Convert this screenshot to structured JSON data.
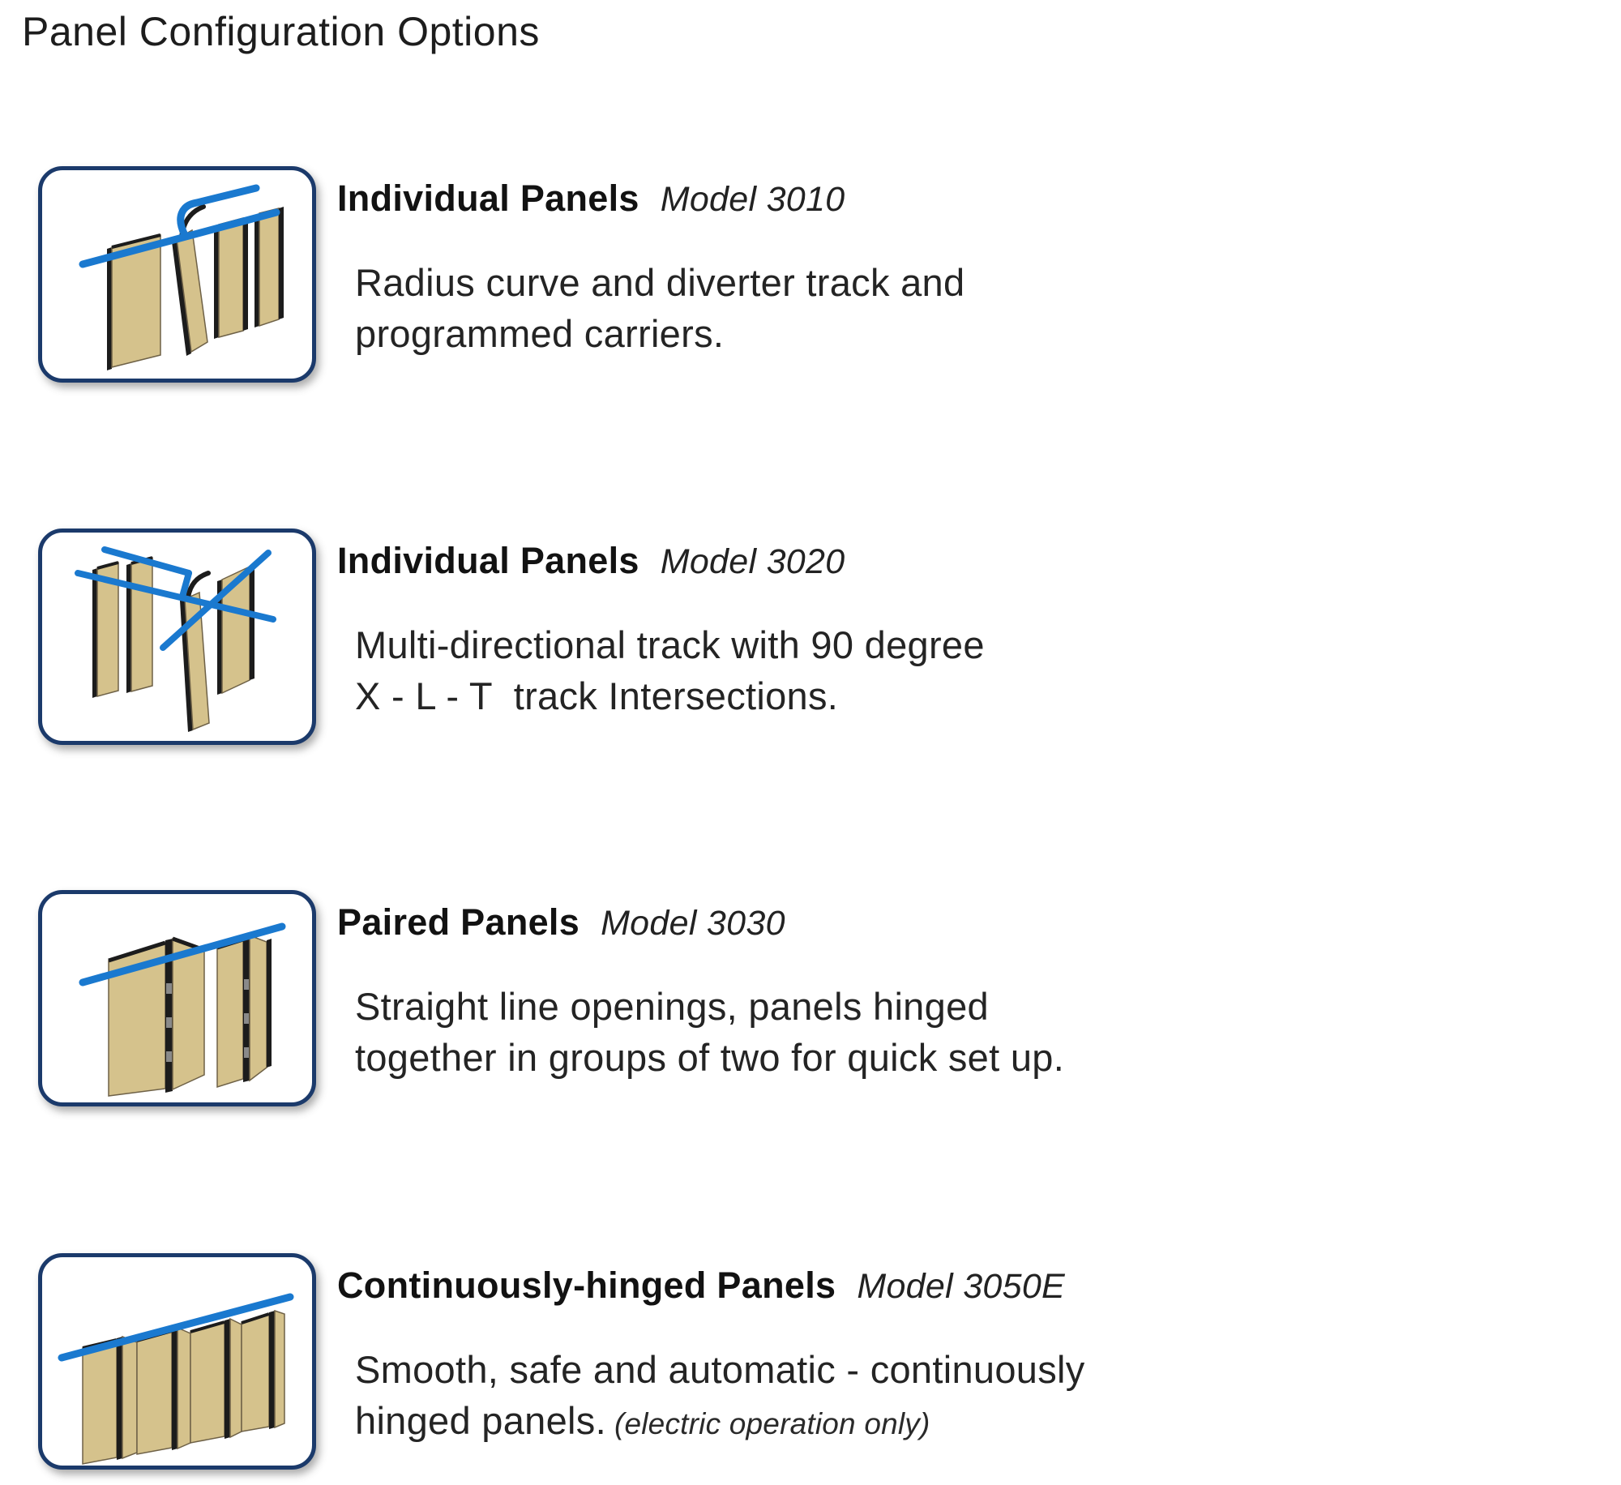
{
  "page": {
    "title": "Panel Configuration Options"
  },
  "colors": {
    "box_border": "#1b3a6b",
    "track_blue": "#1a79cf",
    "panel_tan": "#d5c28c",
    "panel_edge": "#1c1c1c",
    "text": "#1f1f1f"
  },
  "sections": [
    {
      "name": "Individual Panels",
      "model": "Model 3010",
      "icon": "radius-diverter-track-panels-diagram",
      "desc_lines": [
        "Radius curve and diverter track and",
        "programmed carriers."
      ]
    },
    {
      "name": "Individual Panels",
      "model": "Model 3020",
      "icon": "multi-directional-track-panels-diagram",
      "desc_lines": [
        "Multi-directional track with 90 degree",
        "X - L - T  track Intersections."
      ]
    },
    {
      "name": "Paired Panels",
      "model": "Model 3030",
      "icon": "paired-panels-diagram",
      "desc_lines": [
        "Straight line openings, panels hinged",
        "together in groups of two for quick set up."
      ]
    },
    {
      "name": "Continuously-hinged Panels",
      "model": "Model 3050E",
      "icon": "continuously-hinged-panels-diagram",
      "desc_lines": [
        "Smooth, safe and automatic - continuously",
        "hinged panels."
      ],
      "note": "(electric operation only)"
    }
  ]
}
